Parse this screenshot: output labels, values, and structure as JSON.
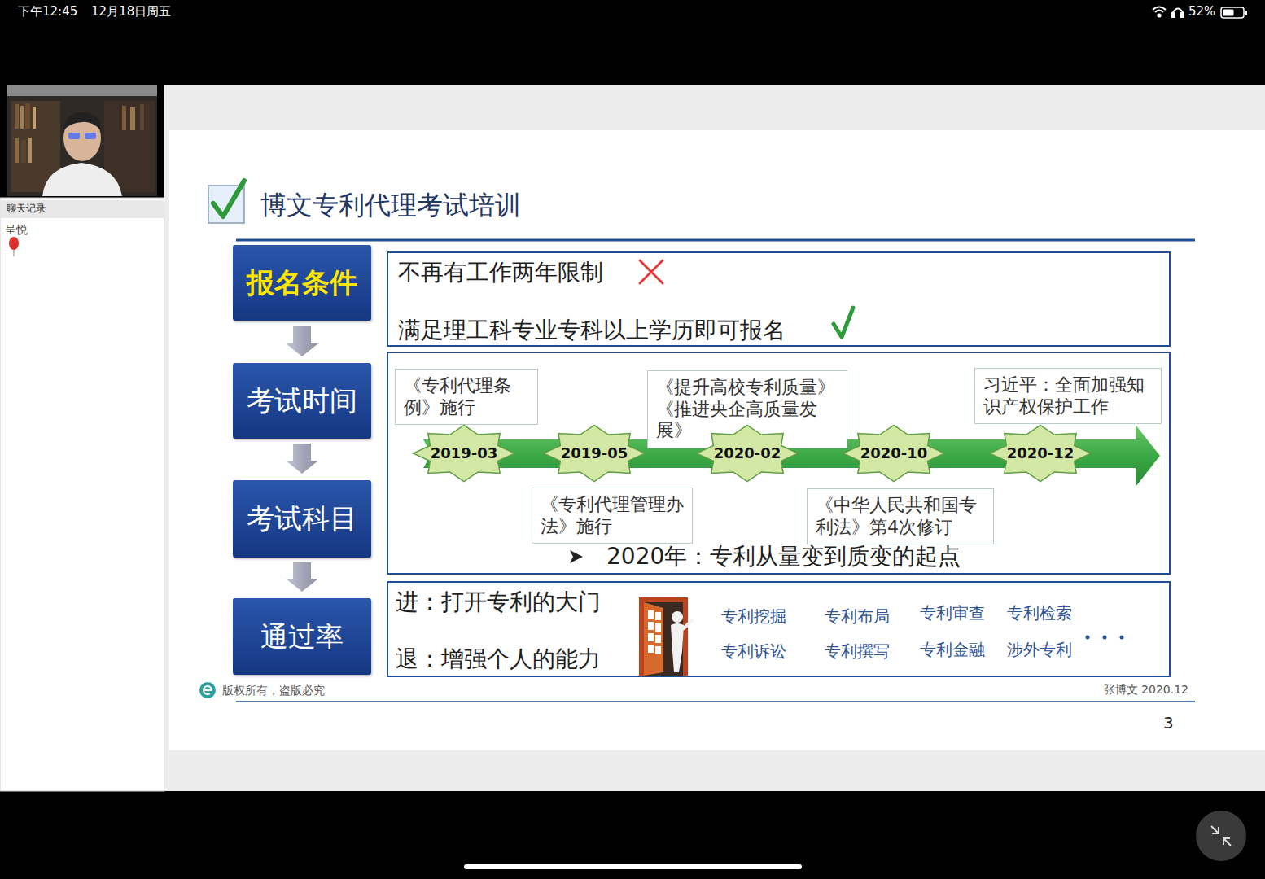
{
  "diagram": {
    "title": "博文专利代理考试培训",
    "nodes": [
      {
        "text": [
          "报名条件"
        ]
      },
      {
        "text": [
          "不再有工作两年限制",
          "满足理工科专业专科以上学历即可报名"
        ]
      },
      {
        "text": [
          "考试时间"
        ]
      },
      {
        "text": [
          "2020年：专利从量变到质变的起点"
        ]
      },
      {
        "text": [
          "《专利代理条例》施行"
        ],
        "in": 3
      },
      {
        "text": [
          "《提升高校专利质量》",
          "《推进央企高质量发展》"
        ],
        "in": 3
      },
      {
        "text": [
          "习近平：全面加强知识产权保护工作"
        ],
        "in": 3
      },
      {
        "text": [
          "2019-03"
        ],
        "in": 3
      },
      {
        "text": [
          "2019-05"
        ],
        "in": 3
      },
      {
        "text": [
          "2020-02"
        ],
        "in": 3
      },
      {
        "text": [
          "2020-10"
        ],
        "in": 3
      },
      {
        "text": [
          "2020-12"
        ],
        "in": 3
      },
      {
        "text": [
          "《专利代理管理办法》施行"
        ],
        "in": 3
      },
      {
        "text": [
          "《中华人民共和国专利法》第4次修订"
        ],
        "in": 3
      },
      {
        "text": [
          "考试科目"
        ]
      },
      {
        "text": [
          "通过率"
        ]
      },
      {
        "text": [
          "进：打开专利的大门",
          "退：增强个人的能力",
          "专利挖掘",
          "专利布局",
          "专利审查",
          "专利检索",
          "专利诉讼",
          "专利撰写",
          "专利金融",
          "涉外专利"
        ]
      }
    ],
    "edges": [
      {
        "from": 0,
        "to": 2,
        "arrow": "to"
      },
      {
        "from": 2,
        "to": 14,
        "arrow": "to"
      },
      {
        "from": 14,
        "to": 15,
        "arrow": "to"
      }
    ],
    "labels": [
      "下午12:45",
      "12月18日周五",
      "52%",
      "聊天记录",
      "呈悦",
      "版权所有，盗版必究",
      "张博文 2020.12",
      "3"
    ]
  }
}
